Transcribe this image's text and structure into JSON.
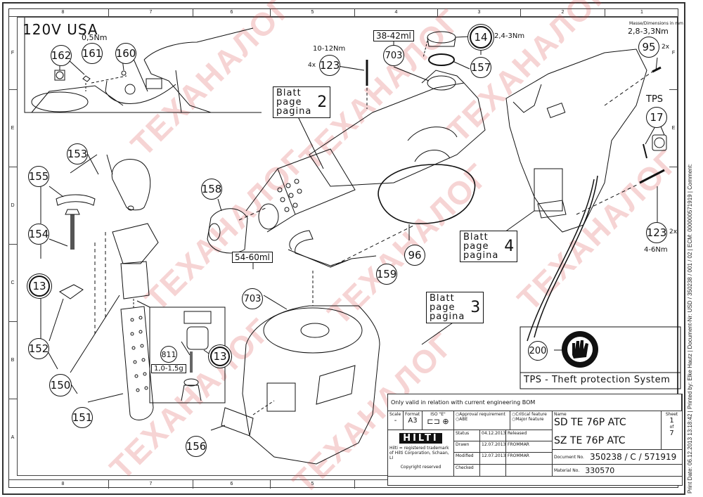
{
  "drawing": {
    "title": "SD TE 76P ATC",
    "subtitle": "SZ TE 76P ATC",
    "column_labels_top": [
      "8",
      "7",
      "6",
      "5",
      "4",
      "3",
      "2",
      "1"
    ],
    "column_labels_bottom": [
      "8",
      "7",
      "6",
      "5"
    ],
    "row_labels": [
      "F",
      "E",
      "D",
      "C",
      "B",
      "A"
    ],
    "dimensions_note": "Masse/Dimensions in mm",
    "variant_label": "120V USA"
  },
  "balloons": {
    "b162": "162",
    "b161": "161",
    "b160": "160",
    "b123a": "123",
    "b703a": "703",
    "b14": "14",
    "b157": "157",
    "b95": "95",
    "b17": "17",
    "b153": "153",
    "b155": "155",
    "b154": "154",
    "b13a": "13",
    "b152": "152",
    "b150": "150",
    "b151": "151",
    "b158": "158",
    "b96": "96",
    "b159": "159",
    "b703b": "703",
    "b811": "811",
    "b13b": "13",
    "b156": "156",
    "b123b": "123",
    "b200": "200"
  },
  "notes": {
    "torque_161": "0,5Nm",
    "torque_123a": "10-12Nm",
    "qty_123a": "4x",
    "grease_703a": "38-42ml",
    "torque_14": "2,4-3Nm",
    "torque_95": "2,8-3,3Nm",
    "qty_95": "2x",
    "tps_label": "TPS",
    "grease_703b": "54-60ml",
    "grease_811": "1,0-1,5g",
    "qty_123b": "2x",
    "torque_123b": "4-6Nm",
    "tps_caption": "TPS - Theft protection System"
  },
  "page_refs": [
    {
      "label_lines": [
        "Blatt",
        "page",
        "pagina"
      ],
      "page": "2"
    },
    {
      "label_lines": [
        "Blatt",
        "page",
        "pagina"
      ],
      "page": "4"
    },
    {
      "label_lines": [
        "Blatt",
        "page",
        "pagina"
      ],
      "page": "3"
    }
  ],
  "title_block": {
    "validity": "Only valid in relation with current engineering BOM",
    "scale_label": "Scale",
    "scale_value": "-",
    "format_label": "Format",
    "format_value": "A3",
    "iso_label": "ISO \"E\"",
    "approval_requirement": "Approval requirement",
    "abe": "ABE",
    "critical_feature": "Critical feature",
    "major_feature": "Major feature",
    "name_label": "Name",
    "name_line1": "SD TE 76P ATC",
    "name_line2": "SZ TE 76P ATC",
    "sheet_label": "Sheet",
    "sheet_no": "1",
    "of_label": "of",
    "sheet_total": "7",
    "brand": "HILTI",
    "trademark_line1": "Hilti = registered trademark",
    "trademark_line2": "of Hilti Corporation, Schaan, LI",
    "copyright": "Copyright reserved",
    "rows": [
      {
        "label": "Status",
        "date": "04.12.2013",
        "value": "Released"
      },
      {
        "label": "Drawn",
        "date": "12.07.2013",
        "value": "FROMMAR"
      },
      {
        "label": "Modified",
        "date": "12.07.2013",
        "value": "FROMMAR"
      },
      {
        "label": "Checked",
        "date": "",
        "value": ""
      }
    ],
    "document_label": "Document No.",
    "document_no": "350238 / C / 571919",
    "material_label": "Material No.",
    "material_no": "330570"
  },
  "side_text": "Print Date: 06.12.2013 13:18:42 | Printed by: Elke Hautz | Document-Nr: USD / 350238 / 001 / 02 | ECM: 000000571919 | Comment:",
  "watermark": "ТЕХАНАЛОГ",
  "colors": {
    "line": "#111111",
    "watermark": "#d73c3c",
    "paper": "#ffffff"
  }
}
